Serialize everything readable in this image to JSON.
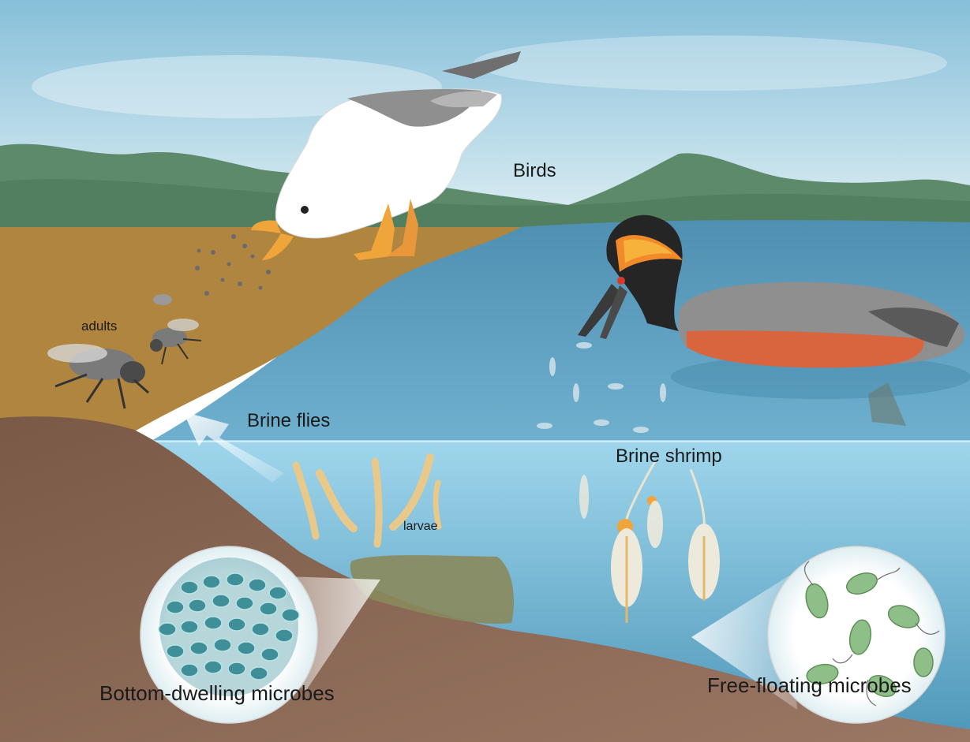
{
  "labels": {
    "birds": "Birds",
    "brine_flies": "Brine flies",
    "brine_shrimp": "Brine shrimp",
    "adults": "adults",
    "larvae": "larvae",
    "bottom_microbes": "Bottom-dwelling microbes",
    "free_microbes": "Free-floating microbes"
  },
  "colors": {
    "sky_top": "#8fc3dc",
    "sky_bottom": "#dbeef4",
    "mountains": "#5d8a6a",
    "shore_sand": "#b0853f",
    "lake_surface": "#5c9dbd",
    "lake_underwater": "#7fbfdc",
    "mud": "#8a6a55",
    "gull_white": "#ffffff",
    "gull_gray": "#8c8c8c",
    "beak_orange": "#f0a53a",
    "grebe_black": "#252525",
    "grebe_red": "#d9653e",
    "larvae_color": "#e8c98a",
    "microbe_bottom": "#3f8f98",
    "microbe_free": "#8fbf88"
  }
}
